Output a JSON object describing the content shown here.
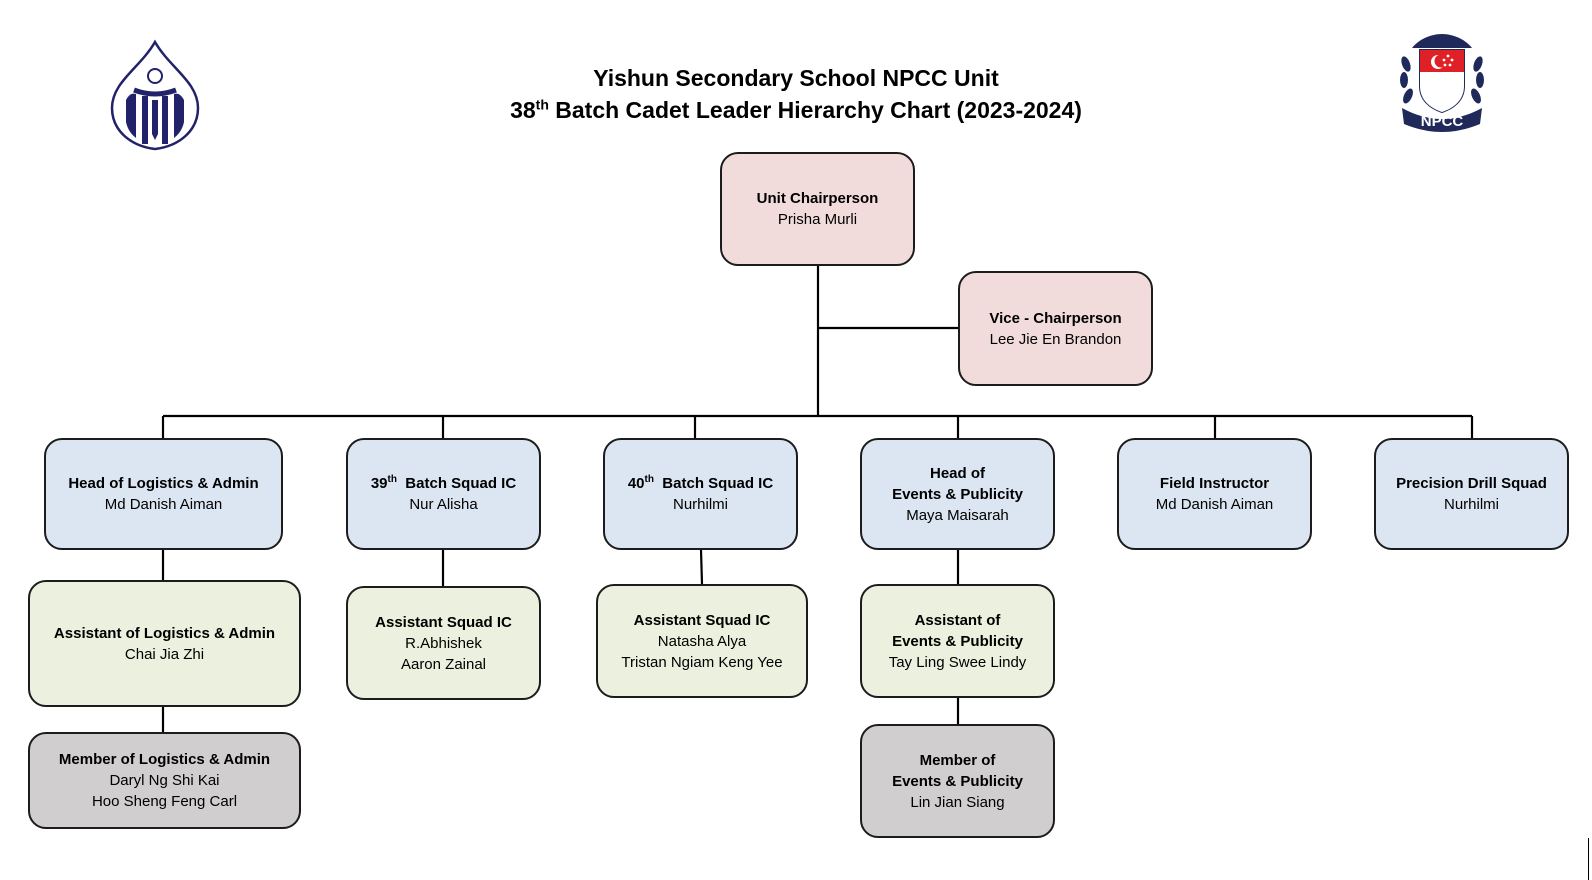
{
  "header": {
    "title_line1": "Yishun Secondary School NPCC Unit",
    "title_line2_num": "38",
    "title_line2_sup": "th",
    "title_line2_rest": " Batch Cadet Leader Hierarchy Chart (2023-2024)",
    "right_logo_text": "NPCC"
  },
  "colors": {
    "leadership": "#f2dcdb",
    "heads": "#dce6f2",
    "assistants": "#ebf1de",
    "members": "#d0cece",
    "right_logo_navy": "#1f2a5a",
    "right_logo_red": "#e02027"
  },
  "chart": {
    "chairperson": {
      "role": "Unit Chairperson",
      "names": [
        "Prisha Murli"
      ]
    },
    "vice": {
      "role": "Vice - Chairperson",
      "names": [
        "Lee Jie En Brandon"
      ]
    },
    "heads": [
      {
        "role": "Head of Logistics & Admin",
        "names": [
          "Md Danish Aiman"
        ]
      },
      {
        "role_num": "39",
        "role_sup": "th",
        "role_rest": "  Batch Squad IC",
        "names": [
          "Nur Alisha"
        ]
      },
      {
        "role_num": "40",
        "role_sup": "th",
        "role_rest": "  Batch Squad IC",
        "names": [
          "Nurhilmi"
        ]
      },
      {
        "role_lines": [
          "Head of",
          "Events & Publicity"
        ],
        "names": [
          "Maya Maisarah"
        ]
      },
      {
        "role": "Field Instructor",
        "names": [
          "Md Danish Aiman"
        ]
      },
      {
        "role": "Precision Drill Squad",
        "names": [
          "Nurhilmi"
        ]
      }
    ],
    "assistants": [
      {
        "role": "Assistant of Logistics & Admin",
        "names": [
          "Chai Jia Zhi"
        ]
      },
      {
        "role": "Assistant Squad IC",
        "names": [
          "R.Abhishek",
          "Aaron Zainal"
        ]
      },
      {
        "role": "Assistant Squad IC",
        "names": [
          "Natasha Alya",
          "Tristan Ngiam Keng Yee"
        ]
      },
      {
        "role_lines": [
          "Assistant of",
          "Events & Publicity"
        ],
        "names": [
          "Tay Ling Swee Lindy"
        ]
      }
    ],
    "members": [
      {
        "role": "Member of Logistics & Admin",
        "names": [
          "Daryl Ng Shi Kai",
          "Hoo Sheng Feng Carl"
        ]
      },
      {
        "role_lines": [
          "Member of",
          "Events & Publicity"
        ],
        "names": [
          "Lin Jian Siang"
        ]
      }
    ]
  }
}
